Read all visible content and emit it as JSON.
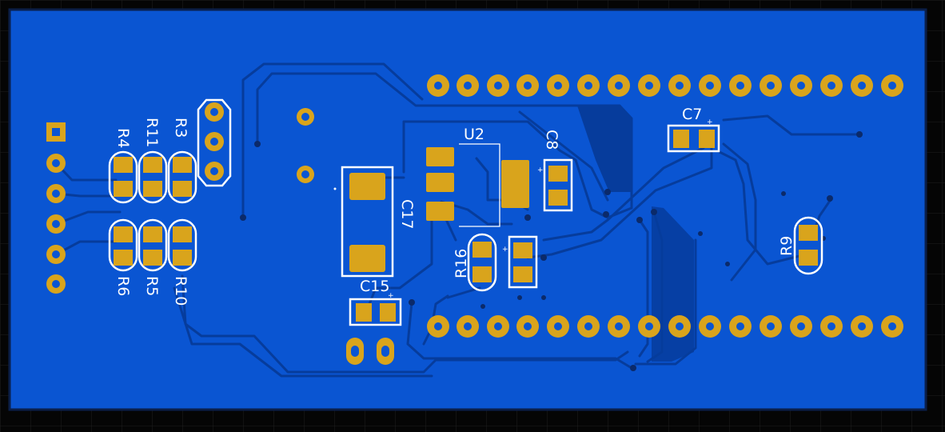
{
  "colors": {
    "background": "#050505",
    "grid": "#1e1e1e",
    "board": "#0a55d2",
    "board_edge": "#0b1f4a",
    "trace": "#063c9c",
    "trace_dark": "#042a78",
    "pad": "#d9a41c",
    "silkscreen": "#ffffff"
  },
  "labels": {
    "r4": "R4",
    "r11": "R11",
    "r3": "R3",
    "r6": "R6",
    "r5": "R5",
    "r10": "R10",
    "u2": "U2",
    "c8": "C8",
    "c17": "C17",
    "c15": "C15",
    "r16": "R16",
    "c7": "C7",
    "r9": "R9",
    "plus": "+"
  }
}
